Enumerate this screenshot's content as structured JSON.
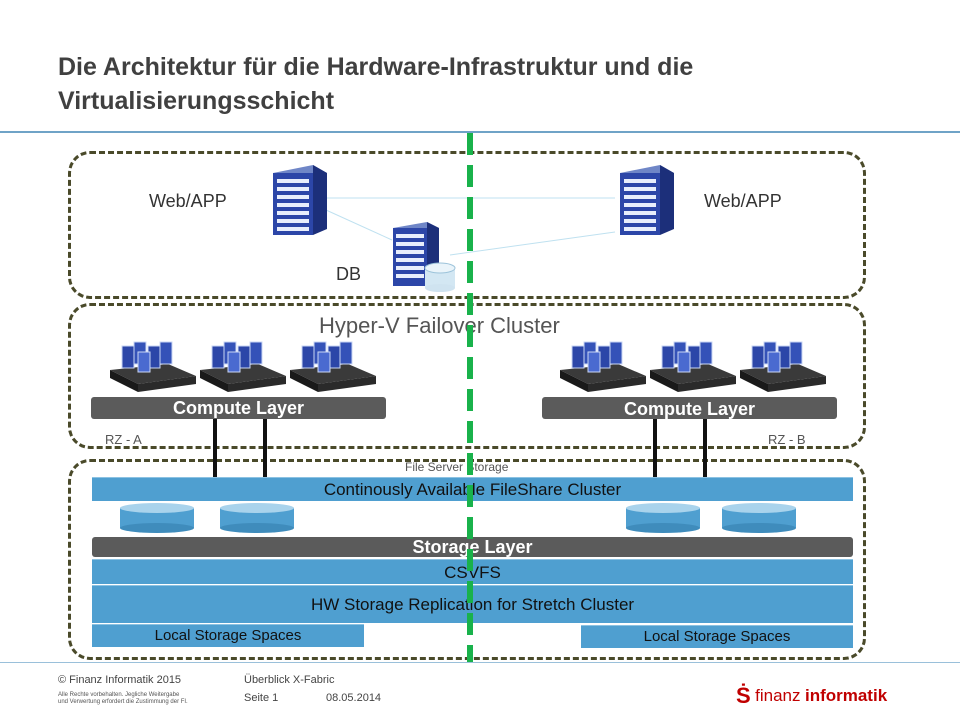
{
  "title": {
    "line1": "Die Architektur für die Hardware-Infrastruktur und die",
    "line2": "Virtualisierungsschicht"
  },
  "app_tier": {
    "web_left": "Web/APP",
    "web_right": "Web/APP",
    "db": "DB"
  },
  "hyperv": {
    "title": "Hyper-V Failover Cluster",
    "compute_left": "Compute Layer",
    "compute_right": "Compute Layer",
    "rz_a": "RZ - A",
    "rz_b": "RZ - B"
  },
  "storage": {
    "file_server": "File Server Storage",
    "ca_fileshare": "Continously Available FileShare Cluster",
    "storage_layer": "Storage Layer",
    "csvfs": "CSVFS",
    "hw_replication": "HW Storage Replication for Stretch Cluster",
    "local_left": "Local Storage Spaces",
    "local_right": "Local Storage Spaces"
  },
  "footer": {
    "copyright": "© Finanz Informatik 2015",
    "rights_line1": "Alle Rechte vorbehalten. Jegliche Weitergabe",
    "rights_line2": "und Verwertung erfordert die Zustimmung der FI.",
    "doc_title": "Überblick X-Fabric",
    "page": "Seite 1",
    "date": "08.05.2014",
    "brand_symbol": "Ṡ",
    "brand_word1": "finanz",
    "brand_word2": "informatik"
  },
  "colors": {
    "accent_blue": "#4f9fd0",
    "dark_bar": "#5b5b5b",
    "zone_border": "#4a4a2a",
    "divider_green": "#19b24b",
    "brand_red": "#c00000"
  }
}
